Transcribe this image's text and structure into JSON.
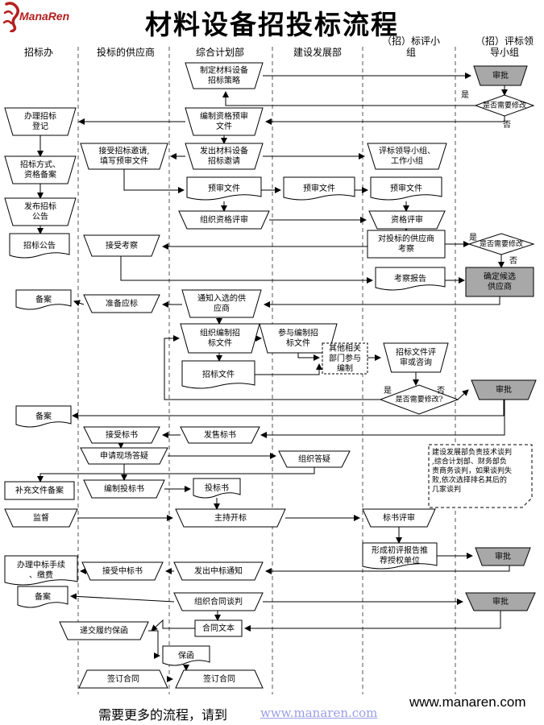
{
  "header": {
    "logo_text": "ManaRen",
    "logo_icon": "manaren-seal-icon",
    "title": "材料设备招投标流程"
  },
  "columns": [
    {
      "id": "c1",
      "label": "招标办"
    },
    {
      "id": "c2",
      "label": "投标的供应商"
    },
    {
      "id": "c3",
      "label": "综合计划部"
    },
    {
      "id": "c4",
      "label": "建设发展部"
    },
    {
      "id": "c5",
      "label": "（招）标评小组"
    },
    {
      "id": "c6",
      "label": "（招）评标领导小组"
    }
  ],
  "nodes": [
    {
      "id": "plan_strategy",
      "label": "制定材料设备招标策略"
    },
    {
      "id": "approve_1",
      "label": "审批"
    },
    {
      "id": "need_modify_1",
      "label": "是否需要修改"
    },
    {
      "id": "register",
      "label": "办理招标登记"
    },
    {
      "id": "prequal_doc",
      "label": "编制资格预审文件"
    },
    {
      "id": "bid_method",
      "label": "招标方式、资格备案"
    },
    {
      "id": "accept_invite",
      "label": "接受招标邀请,填写预审文件"
    },
    {
      "id": "send_invite",
      "label": "发出材料设备招标邀请"
    },
    {
      "id": "eval_groups",
      "label": "评标领导小组、工作小组"
    },
    {
      "id": "prequal_file_c3",
      "label": "预审文件"
    },
    {
      "id": "prequal_file_c4",
      "label": "预审文件"
    },
    {
      "id": "prequal_file_c5",
      "label": "预审文件"
    },
    {
      "id": "publish_notice",
      "label": "发布招标公告"
    },
    {
      "id": "org_qual_review",
      "label": "组织资格评审"
    },
    {
      "id": "qual_review",
      "label": "资格评审"
    },
    {
      "id": "notice_doc",
      "label": "招标公告"
    },
    {
      "id": "accept_inspect",
      "label": "接受考察"
    },
    {
      "id": "inspect_supplier",
      "label": "对投标的供应商考察"
    },
    {
      "id": "need_modify_2",
      "label": "是否需要修改"
    },
    {
      "id": "inspect_report",
      "label": "考察报告"
    },
    {
      "id": "select_supplier",
      "label": "确定候选供应商"
    },
    {
      "id": "record_1",
      "label": "备案"
    },
    {
      "id": "prepare_bid",
      "label": "准备应标"
    },
    {
      "id": "notify_selected",
      "label": "通知入选的供应商"
    },
    {
      "id": "org_bid_doc",
      "label": "组织编制招标文件"
    },
    {
      "id": "join_bid_doc",
      "label": "参与编制招标文件"
    },
    {
      "id": "other_depts",
      "label": "其他相关部门参与编制"
    },
    {
      "id": "bid_doc_review",
      "label": "招标文件评审或咨询"
    },
    {
      "id": "bid_doc",
      "label": "招标文件"
    },
    {
      "id": "need_modify_3",
      "label": "是否需要修改?"
    },
    {
      "id": "approve_2",
      "label": "审批"
    },
    {
      "id": "record_2",
      "label": "备案"
    },
    {
      "id": "accept_tender",
      "label": "接受标书"
    },
    {
      "id": "sell_tender",
      "label": "发售标书"
    },
    {
      "id": "site_inquiry",
      "label": "申请现场答疑"
    },
    {
      "id": "org_answer",
      "label": "组织答疑"
    },
    {
      "id": "negotiation_note",
      "label": "建设发展部负责技术谈判,综合计划部、财务部负责商务谈判，如果谈判失败,依次选择排名其后的几家谈判"
    },
    {
      "id": "supplement_record",
      "label": "补充文件备案"
    },
    {
      "id": "prepare_tender",
      "label": "编制投标书"
    },
    {
      "id": "tender_doc",
      "label": "投标书"
    },
    {
      "id": "supervise",
      "label": "监督"
    },
    {
      "id": "host_opening",
      "label": "主持开标"
    },
    {
      "id": "tender_eval",
      "label": "标书评审"
    },
    {
      "id": "prelim_report",
      "label": "形成初评报告推荐授权单位"
    },
    {
      "id": "approve_3",
      "label": "审批"
    },
    {
      "id": "award_procedure",
      "label": "办理中标手续、缴费"
    },
    {
      "id": "accept_award",
      "label": "接受中标书"
    },
    {
      "id": "issue_award",
      "label": "发出中标通知"
    },
    {
      "id": "record_3",
      "label": "备案"
    },
    {
      "id": "org_contract",
      "label": "组织合同谈判"
    },
    {
      "id": "approve_4",
      "label": "审批"
    },
    {
      "id": "contract_text",
      "label": "合同文本"
    },
    {
      "id": "submit_bond",
      "label": "递交履约保函"
    },
    {
      "id": "bond",
      "label": "保函"
    },
    {
      "id": "sign_c2",
      "label": "签订合同"
    },
    {
      "id": "sign_c3",
      "label": "签订合同"
    }
  ],
  "edge_labels": {
    "yes": "是",
    "no": "否"
  },
  "footer": {
    "more_text": "需要更多的流程，请到",
    "link_text": "www.manaren.com",
    "site_text": "www.manaren.com"
  }
}
